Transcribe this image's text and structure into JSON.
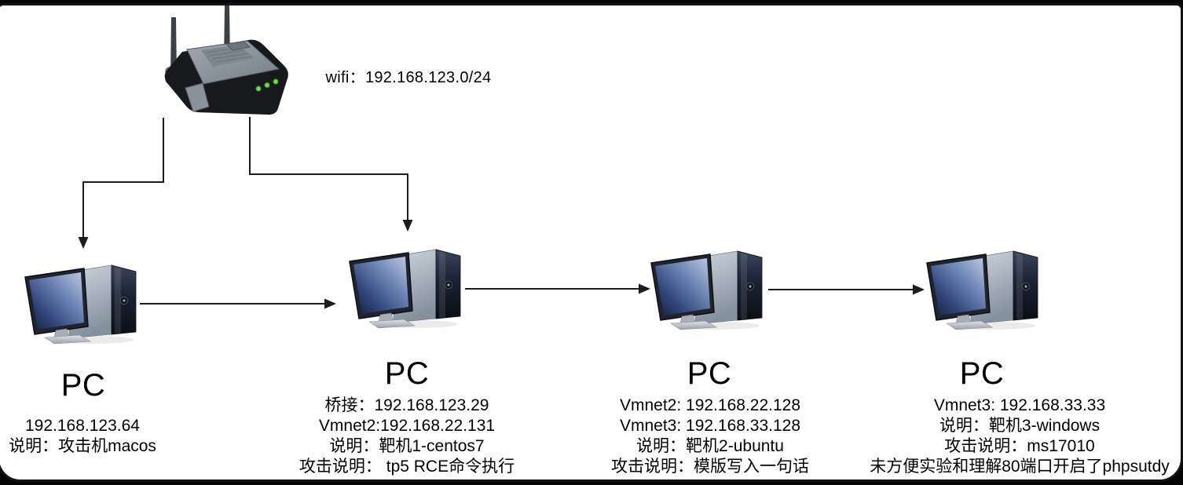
{
  "diagram": {
    "wifi_label": "wifi：192.168.123.0/24",
    "router": {
      "icon": "wifi-router-icon"
    },
    "nodes": [
      {
        "title": "PC",
        "icon": "pc-icon",
        "lines": [
          "192.168.123.64",
          "说明：攻击机macos"
        ]
      },
      {
        "title": "PC",
        "icon": "pc-icon",
        "lines": [
          "桥接：192.168.123.29",
          "Vmnet2:192.168.22.131",
          "说明：靶机1-centos7",
          "攻击说明： tp5 RCE命令执行"
        ]
      },
      {
        "title": "PC",
        "icon": "pc-icon",
        "lines": [
          "Vmnet2: 192.168.22.128",
          "Vmnet3: 192.168.33.128",
          "说明：靶机2-ubuntu",
          "攻击说明：模版写入一句话"
        ]
      },
      {
        "title": "PC",
        "icon": "pc-icon",
        "lines": [
          "Vmnet3: 192.168.33.33",
          "说明：靶机3-windows",
          "攻击说明：ms17010",
          "未方便实验和理解80端口开启了phpsutdy"
        ]
      }
    ],
    "colors": {
      "background": "#050505",
      "surface": "#ffffff",
      "connector": "#1c1c1c",
      "text": "#000000",
      "led_green": "#6ede48",
      "screen_blue": "#7189b8",
      "tower_dark": "#1a2233"
    }
  }
}
